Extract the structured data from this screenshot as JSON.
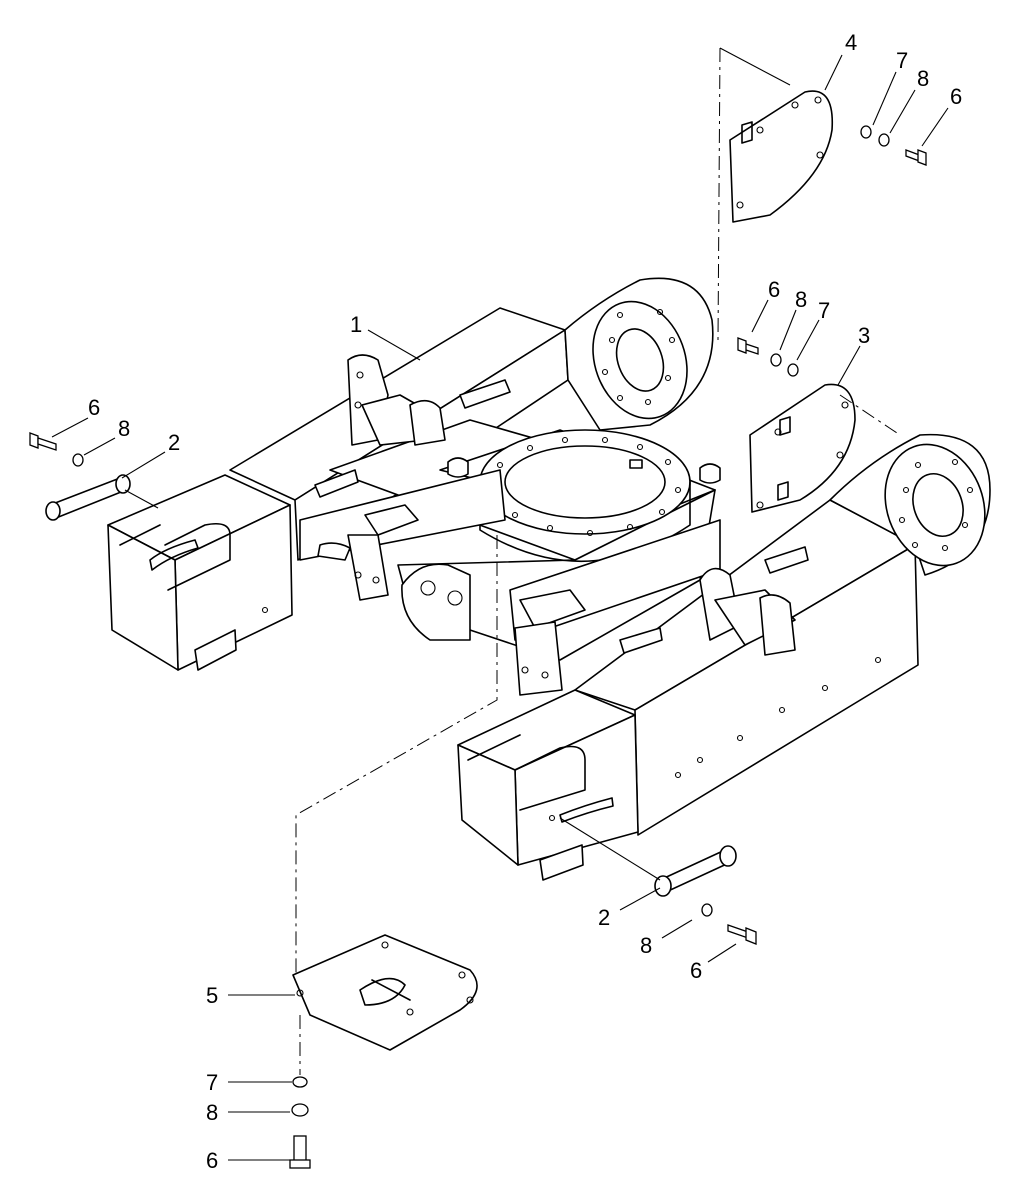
{
  "callouts": {
    "c4_plate_top": "4",
    "c7_top": "7",
    "c8_top": "8",
    "c6_top": "6",
    "c6_mid": "6",
    "c8_mid": "8",
    "c7_mid": "7",
    "c3_plate": "3",
    "c1_frame": "1",
    "c6_left": "6",
    "c8_left": "8",
    "c2_left": "2",
    "c2_right": "2",
    "c8_right": "8",
    "c6_right": "6",
    "c5_plate": "5",
    "c7_bottom": "7",
    "c8_bottom": "8",
    "c6_bottom": "6"
  }
}
